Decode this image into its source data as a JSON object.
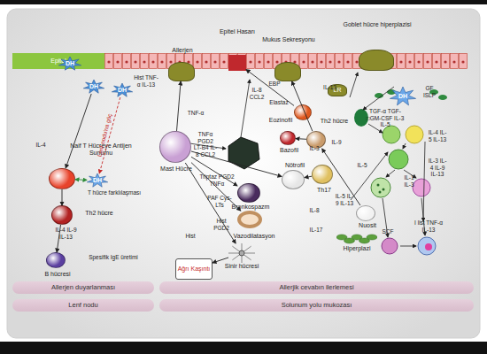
{
  "diagram": {
    "nodes": [
      {
        "text": [
          "Epitel"
        ]
      },
      {
        "text": [
          "DH"
        ]
      },
      {
        "text": [
          "DH"
        ]
      },
      {
        "text": [
          "DH"
        ]
      },
      {
        "text": [
          "Allerjen"
        ]
      },
      {
        "text": [
          "Epitel Hasarı"
        ]
      },
      {
        "text": [
          "Mukus Sekresyonu"
        ]
      },
      {
        "text": [
          "Goblet hücre hiperplazisi"
        ]
      },
      {
        "text": [
          "LR"
        ]
      },
      {
        "text": [
          "DH"
        ]
      },
      {
        "text": [
          "Naif T Hücreye Antijen Sunumu"
        ]
      },
      {
        "text": [
          "DH"
        ]
      },
      {
        "text": [
          "Th2 hücre"
        ]
      },
      {
        "text": [
          "B hücresi"
        ]
      },
      {
        "text": [
          "Mast Hücre"
        ]
      },
      {
        "text": [
          "Eozinofil"
        ]
      },
      {
        "text": [
          "Th2 hücre"
        ]
      },
      {
        "text": [
          "Bazofil"
        ]
      },
      {
        "text": [
          "Nötrofil"
        ]
      },
      {
        "text": [
          "Th17"
        ]
      },
      {
        "text": [
          "Bronkospazm"
        ]
      },
      {
        "text": [
          "Vazodilatasyon"
        ]
      },
      {
        "text": [
          "Nuosit"
        ]
      },
      {
        "text": [
          "Sinir hücresi"
        ]
      },
      {
        "text": [
          "Ağrı Kaşıntı"
        ]
      },
      {
        "text": [
          "Hiperplazi"
        ]
      },
      {
        "text": [
          "Allerjen duyarlanması"
        ]
      },
      {
        "text": [
          "Allerjik cevabın ilerlemesi"
        ]
      },
      {
        "text": [
          "Lenf nodu"
        ]
      },
      {
        "text": [
          "Solunum yolu mukozası"
        ]
      }
    ],
    "edges": [
      {
        "from": 3,
        "to": 11,
        "arrow": "to",
        "label": "Lenf nodu'na göç"
      },
      {
        "from": 10,
        "to": 12,
        "arrow": "to"
      },
      {
        "from": 12,
        "to": 13,
        "arrow": "to"
      },
      {
        "from": 14,
        "to": 4,
        "arrow": "to"
      },
      {
        "from": 14,
        "to": 20,
        "arrow": "to"
      },
      {
        "from": 14,
        "to": 21,
        "arrow": "to"
      },
      {
        "from": 14,
        "to": 23,
        "arrow": "to"
      },
      {
        "from": 23,
        "to": 24,
        "arrow": "to"
      },
      {
        "from": 15,
        "to": 5,
        "arrow": "to"
      },
      {
        "from": 16,
        "to": 6,
        "arrow": "to"
      },
      {
        "from": 16,
        "to": 17,
        "arrow": "to"
      },
      {
        "from": 19,
        "to": 18,
        "arrow": "to"
      },
      {
        "from": 14,
        "to": 18,
        "arrow": "to"
      },
      {
        "from": 22,
        "to": 16,
        "arrow": "to"
      },
      {
        "from": 10,
        "to": 11,
        "arrow": "both"
      },
      {
        "from": 2,
        "to": 10,
        "arrow": "to"
      }
    ],
    "labels": [
      "Hist TNF-α IL-13",
      "IL-4",
      "T hücre farklılaşması",
      "IL-4 IL-9 IL-13",
      "Spesifik IgE üretimi",
      "TNF-α",
      "TNFα PGD2 LT-B4 IL-8 CCL2",
      "IL-8 CCL2",
      "EBP",
      "Elastaz",
      "IL-13",
      "IL-9",
      "IL-3",
      "TGF-α TGF-□GM-CSF IL-3 IL-5",
      "GF ISLP",
      "IL-4 IL-5 IL-13",
      "IL-1 IL-3",
      "IL-3 IL-4 IL-9 IL-13",
      "Triptaz PGD2 TNFα",
      "PAF Cys-LTs",
      "Hist PGD2",
      "IL-5",
      "IL-5 IL-9 IL-13",
      "IL-8",
      "IL-17",
      "SCF",
      "I list TNF-α IL-13",
      "Hist"
    ]
  }
}
